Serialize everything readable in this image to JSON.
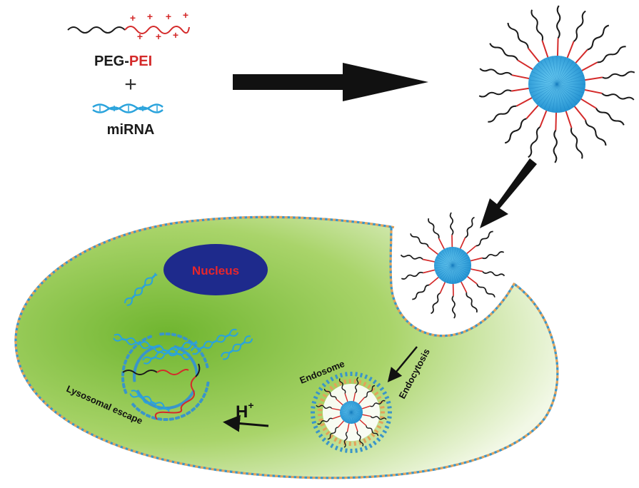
{
  "labels": {
    "peg": "PEG-",
    "pei": "PEI",
    "plus": "+",
    "mirna": "miRNA",
    "nucleus": "Nucleus",
    "endosome": "Endosome",
    "endocytosis": "Endocytosis",
    "proton": "H",
    "proton_sup": "+",
    "lysosomal_escape": "Lysosomal escape"
  },
  "colors": {
    "peg_chain": "#1a1a1a",
    "pei_chain": "#d42a2a",
    "mirna": "#2aa3dc",
    "cell_fill": "#8cc63f",
    "nucleus_fill": "#1e2a8c",
    "nucleus_text": "#e8262b",
    "membrane_blue": "#3a95c9",
    "membrane_orange": "#e3a25a",
    "arrow": "#111111"
  }
}
